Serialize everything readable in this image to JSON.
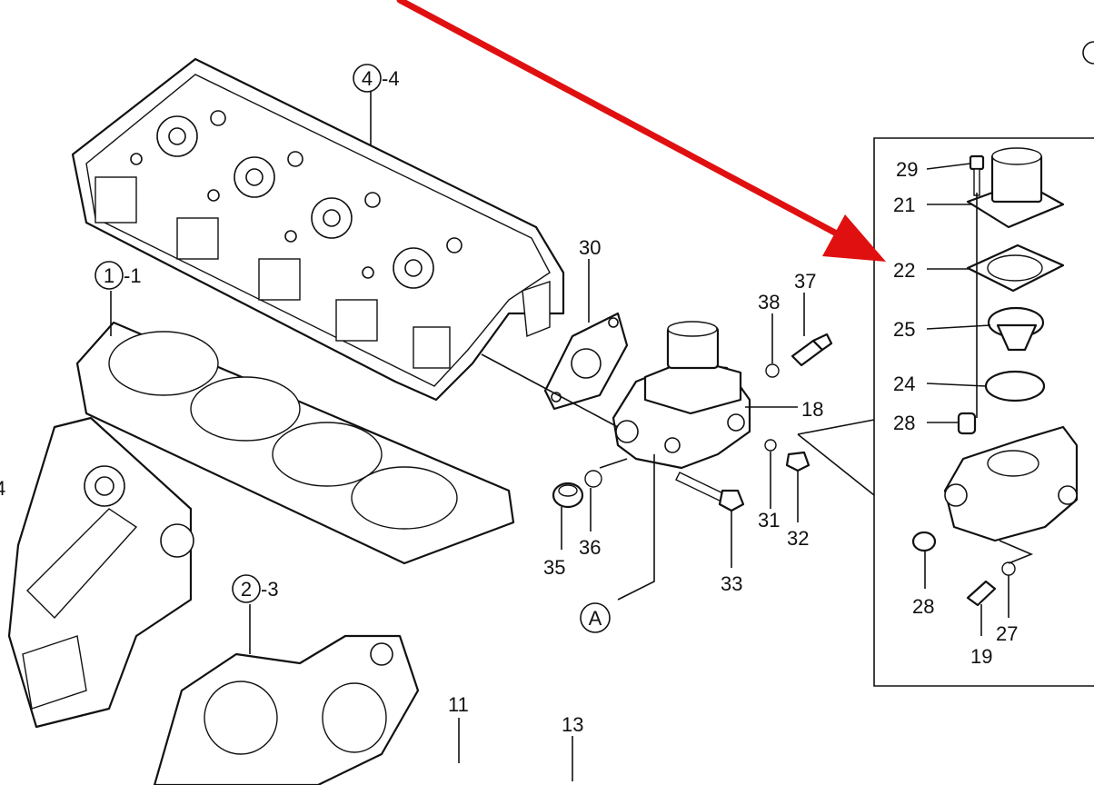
{
  "arrow_color": "#e01010",
  "line_color": "#111111",
  "labels": {
    "cyl_head_ref": "4",
    "cyl_head_suffix": "-4",
    "gasket_ref": "1",
    "gasket_suffix": "-1",
    "front_ref": "2",
    "front_suffix": "-3",
    "view_a": "A",
    "p4": "4",
    "p11": "11",
    "p13": "13",
    "p18": "18",
    "p19": "19",
    "p21": "21",
    "p22": "22",
    "p24": "24",
    "p25": "25",
    "p27": "27",
    "p28a": "28",
    "p28b": "28",
    "p29": "29",
    "p30": "30",
    "p31": "31",
    "p32": "32",
    "p33": "33",
    "p35": "35",
    "p36": "36",
    "p37": "37",
    "p38": "38"
  }
}
